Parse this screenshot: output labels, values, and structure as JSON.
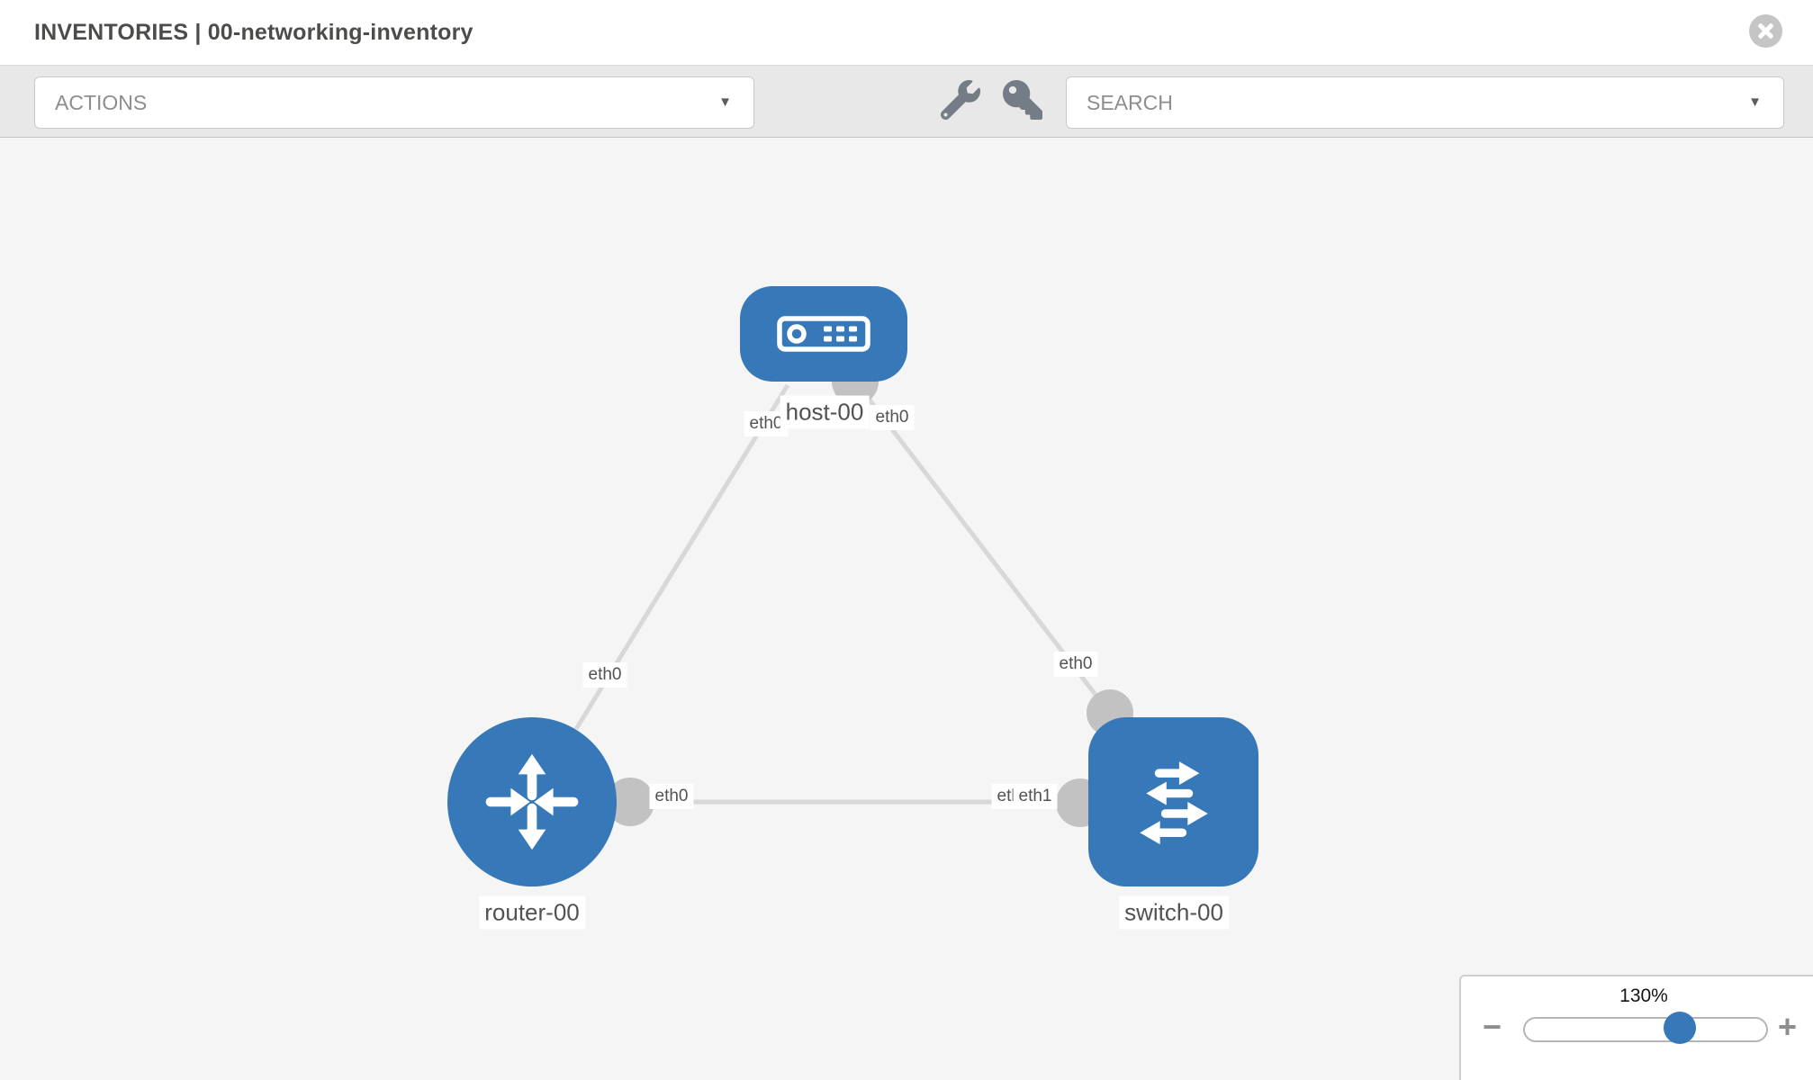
{
  "header": {
    "title": "INVENTORIES | 00-networking-inventory"
  },
  "toolbar": {
    "actions_label": "ACTIONS",
    "search_label": "SEARCH",
    "icons": [
      "wrench-icon",
      "key-icon"
    ]
  },
  "colors": {
    "node_blue": "#3779B8",
    "canvas_bg": "#f5f5f6",
    "toolbar_bg": "#e8e8e8",
    "link_gray": "#d8d8d8",
    "connector_gray": "#c2c2c2"
  },
  "topology": {
    "nodes": [
      {
        "id": "host-00",
        "type": "host",
        "label": "host-00",
        "shape": "rounded-rect"
      },
      {
        "id": "router-00",
        "type": "router",
        "label": "router-00",
        "shape": "circle"
      },
      {
        "id": "switch-00",
        "type": "switch",
        "label": "switch-00",
        "shape": "rounded-square"
      }
    ],
    "links": [
      {
        "from": "host-00",
        "to": "router-00",
        "from_interface": "eth0",
        "to_interface": "eth0"
      },
      {
        "from": "host-00",
        "to": "switch-00",
        "from_interface": "eth0",
        "to_interface": "eth0"
      },
      {
        "from": "router-00",
        "to": "switch-00",
        "from_interface": "eth0",
        "to_interface": "eth1"
      }
    ],
    "chips": {
      "host_name": "host-00",
      "host_eth_left": "eth0",
      "host_eth_right": "eth0",
      "router_upper_eth": "eth0",
      "switch_upper_eth": "eth0",
      "mid_router_eth": "eth0",
      "mid_switch_eth0": "eth0",
      "mid_switch_eth1": "eth1",
      "router_name": "router-00",
      "switch_name": "switch-00"
    }
  },
  "zoom_control": {
    "value": "130%",
    "minus_label": "−",
    "plus_label": "+",
    "thumb_percent": 64
  }
}
